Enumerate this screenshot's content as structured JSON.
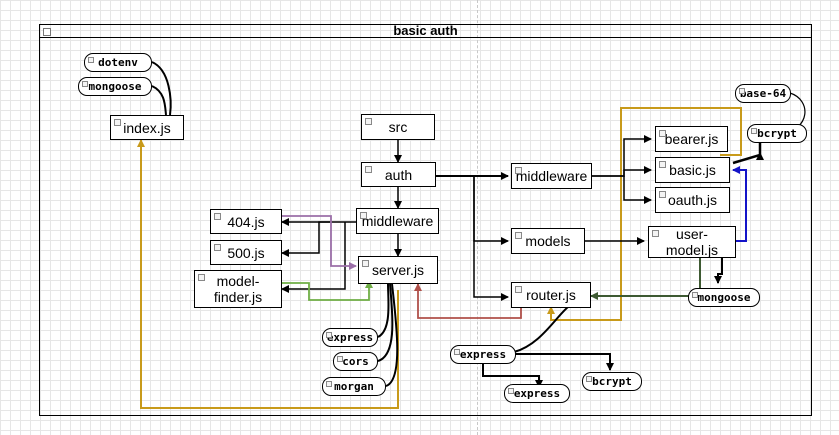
{
  "title": "basic auth",
  "nodes": {
    "index": "index.js",
    "src": "src",
    "auth": "auth",
    "middleware_dir": "middleware",
    "js404": "404.js",
    "js500": "500.js",
    "model_finder_1": "model-",
    "model_finder_2": "finder.js",
    "server": "server.js",
    "middleware": "middleware",
    "models": "models",
    "router": "router.js",
    "bearer": "bearer.js",
    "basic": "basic.js",
    "oauth": "oauth.js",
    "user_model_1": "user-",
    "user_model_2": "model.js"
  },
  "deps": {
    "dotenv": "dotenv",
    "mongoose_index": "mongoose",
    "base64": "base-64",
    "bcrypt_auth": "bcrypt",
    "mongoose_user": "mongoose",
    "express_server": "express",
    "cors": "cors",
    "morgan": "morgan",
    "express_router": "express",
    "express_sub": "express",
    "bcrypt_router": "bcrypt"
  },
  "colors": {
    "gold": "#c89a1a",
    "purple": "#9b6fa8",
    "green": "#6fae45",
    "red": "#b0504a",
    "darkgreen": "#3e5a32",
    "blue": "#1414c8",
    "black": "#000000"
  }
}
